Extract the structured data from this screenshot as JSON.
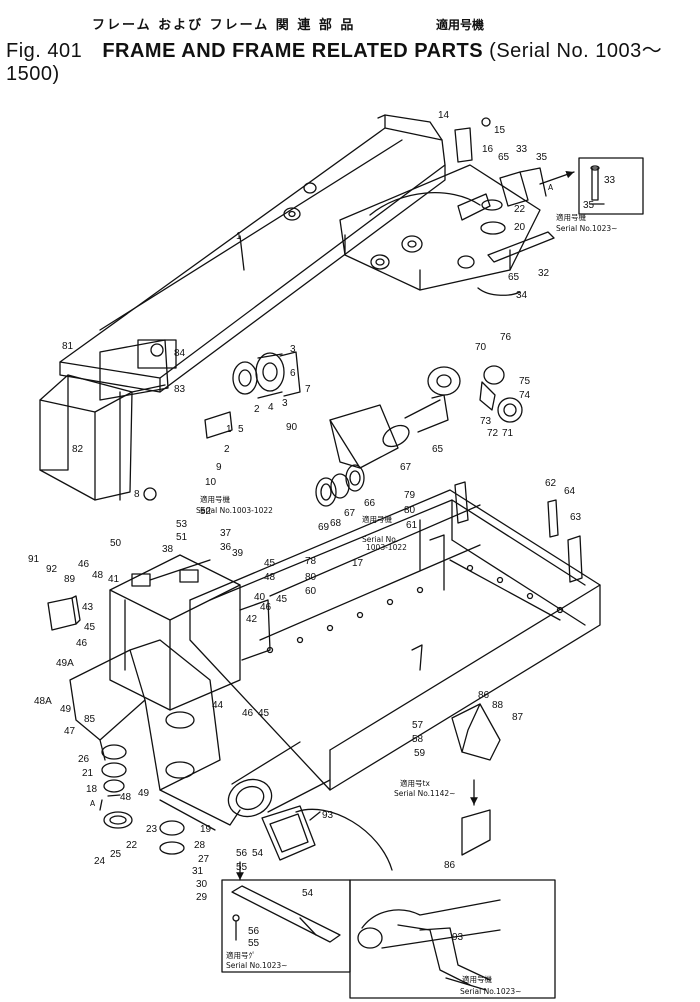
{
  "title": {
    "jp": "フレーム および フレーム 関 連 部 品",
    "fig": "Fig. 401",
    "en": "FRAME AND FRAME RELATED PARTS",
    "serial_jp": "適用号機",
    "serial_en": "Serial No. 1003～1500"
  },
  "notes": {
    "serial_1003_1022": "Serial No.1003-1022",
    "serial_1023_on": "Serial No.1023~",
    "serial_1142_on": "Serial No.1142~",
    "serial_no_label": "Serial No.",
    "serial_1003_1022_short": "1003-1022",
    "applicable_jp": "適用号機",
    "applicable_jp_alt": "適用号tx",
    "applicable_jp_alt2": "適用号ｸﾟ",
    "arrow_a": "A"
  },
  "callouts": [
    {
      "id": "c1",
      "text": "1"
    },
    {
      "id": "c2",
      "text": "14"
    },
    {
      "id": "c3",
      "text": "15"
    },
    {
      "id": "c4",
      "text": "16"
    },
    {
      "id": "c5",
      "text": "65"
    },
    {
      "id": "c6",
      "text": "33"
    },
    {
      "id": "c7",
      "text": "35"
    },
    {
      "id": "c8",
      "text": "22"
    },
    {
      "id": "c9",
      "text": "20"
    },
    {
      "id": "c10",
      "text": "32"
    },
    {
      "id": "c11",
      "text": "65"
    },
    {
      "id": "c12",
      "text": "34"
    },
    {
      "id": "c13",
      "text": "33"
    },
    {
      "id": "c14",
      "text": "35"
    },
    {
      "id": "c15",
      "text": "81"
    },
    {
      "id": "c16",
      "text": "84"
    },
    {
      "id": "c17",
      "text": "83"
    },
    {
      "id": "c18",
      "text": "3"
    },
    {
      "id": "c19",
      "text": "6"
    },
    {
      "id": "c20",
      "text": "7"
    },
    {
      "id": "c21",
      "text": "2"
    },
    {
      "id": "c22",
      "text": "4"
    },
    {
      "id": "c23",
      "text": "3"
    },
    {
      "id": "c24",
      "text": "5"
    },
    {
      "id": "c25",
      "text": "1"
    },
    {
      "id": "c26",
      "text": "82"
    },
    {
      "id": "c27",
      "text": "2"
    },
    {
      "id": "c28",
      "text": "9"
    },
    {
      "id": "c29",
      "text": "10"
    },
    {
      "id": "c30",
      "text": "8"
    },
    {
      "id": "c31",
      "text": "90"
    },
    {
      "id": "c32",
      "text": "70"
    },
    {
      "id": "c33",
      "text": "76"
    },
    {
      "id": "c34",
      "text": "75"
    },
    {
      "id": "c35",
      "text": "74"
    },
    {
      "id": "c36",
      "text": "73"
    },
    {
      "id": "c37",
      "text": "72"
    },
    {
      "id": "c38",
      "text": "71"
    },
    {
      "id": "c39",
      "text": "65"
    },
    {
      "id": "c40",
      "text": "67"
    },
    {
      "id": "c41",
      "text": "66"
    },
    {
      "id": "c42",
      "text": "67"
    },
    {
      "id": "c43",
      "text": "68"
    },
    {
      "id": "c44",
      "text": "69"
    },
    {
      "id": "c45",
      "text": "79"
    },
    {
      "id": "c46",
      "text": "80"
    },
    {
      "id": "c47",
      "text": "61"
    },
    {
      "id": "c48",
      "text": "62"
    },
    {
      "id": "c49",
      "text": "64"
    },
    {
      "id": "c50",
      "text": "63"
    },
    {
      "id": "c51",
      "text": "52"
    },
    {
      "id": "c52",
      "text": "53"
    },
    {
      "id": "c53",
      "text": "51"
    },
    {
      "id": "c54",
      "text": "50"
    },
    {
      "id": "c55",
      "text": "37"
    },
    {
      "id": "c56",
      "text": "38"
    },
    {
      "id": "c57",
      "text": "39"
    },
    {
      "id": "c58",
      "text": "36"
    },
    {
      "id": "c59",
      "text": "45"
    },
    {
      "id": "c60",
      "text": "48"
    },
    {
      "id": "c61",
      "text": "78"
    },
    {
      "id": "c62",
      "text": "80"
    },
    {
      "id": "c63",
      "text": "60"
    },
    {
      "id": "c64",
      "text": "17"
    },
    {
      "id": "c65",
      "text": "91"
    },
    {
      "id": "c66",
      "text": "92"
    },
    {
      "id": "c67",
      "text": "89"
    },
    {
      "id": "c68",
      "text": "46"
    },
    {
      "id": "c69",
      "text": "48"
    },
    {
      "id": "c70",
      "text": "41"
    },
    {
      "id": "c71",
      "text": "43"
    },
    {
      "id": "c72",
      "text": "45"
    },
    {
      "id": "c73",
      "text": "46"
    },
    {
      "id": "c74",
      "text": "49A"
    },
    {
      "id": "c75",
      "text": "48A"
    },
    {
      "id": "c76",
      "text": "49"
    },
    {
      "id": "c77",
      "text": "47"
    },
    {
      "id": "c78",
      "text": "85"
    },
    {
      "id": "c79",
      "text": "40"
    },
    {
      "id": "c80",
      "text": "45"
    },
    {
      "id": "c81",
      "text": "46"
    },
    {
      "id": "c82",
      "text": "42"
    },
    {
      "id": "c83",
      "text": "44"
    },
    {
      "id": "c84",
      "text": "46"
    },
    {
      "id": "c85",
      "text": "45"
    },
    {
      "id": "c86",
      "text": "26"
    },
    {
      "id": "c87",
      "text": "21"
    },
    {
      "id": "c88",
      "text": "18"
    },
    {
      "id": "c89",
      "text": "48"
    },
    {
      "id": "c90",
      "text": "49"
    },
    {
      "id": "c91",
      "text": "23"
    },
    {
      "id": "c92",
      "text": "22"
    },
    {
      "id": "c93",
      "text": "25"
    },
    {
      "id": "c94",
      "text": "24"
    },
    {
      "id": "c95",
      "text": "19"
    },
    {
      "id": "c96",
      "text": "28"
    },
    {
      "id": "c97",
      "text": "27"
    },
    {
      "id": "c98",
      "text": "31"
    },
    {
      "id": "c99",
      "text": "30"
    },
    {
      "id": "c100",
      "text": "29"
    },
    {
      "id": "c101",
      "text": "56"
    },
    {
      "id": "c102",
      "text": "54"
    },
    {
      "id": "c103",
      "text": "55"
    },
    {
      "id": "c104",
      "text": "93"
    },
    {
      "id": "c105",
      "text": "86"
    },
    {
      "id": "c106",
      "text": "88"
    },
    {
      "id": "c107",
      "text": "87"
    },
    {
      "id": "c108",
      "text": "57"
    },
    {
      "id": "c109",
      "text": "58"
    },
    {
      "id": "c110",
      "text": "59"
    },
    {
      "id": "c111",
      "text": "86"
    },
    {
      "id": "c112",
      "text": "54"
    },
    {
      "id": "c113",
      "text": "56"
    },
    {
      "id": "c114",
      "text": "55"
    },
    {
      "id": "c115",
      "text": "93"
    }
  ]
}
